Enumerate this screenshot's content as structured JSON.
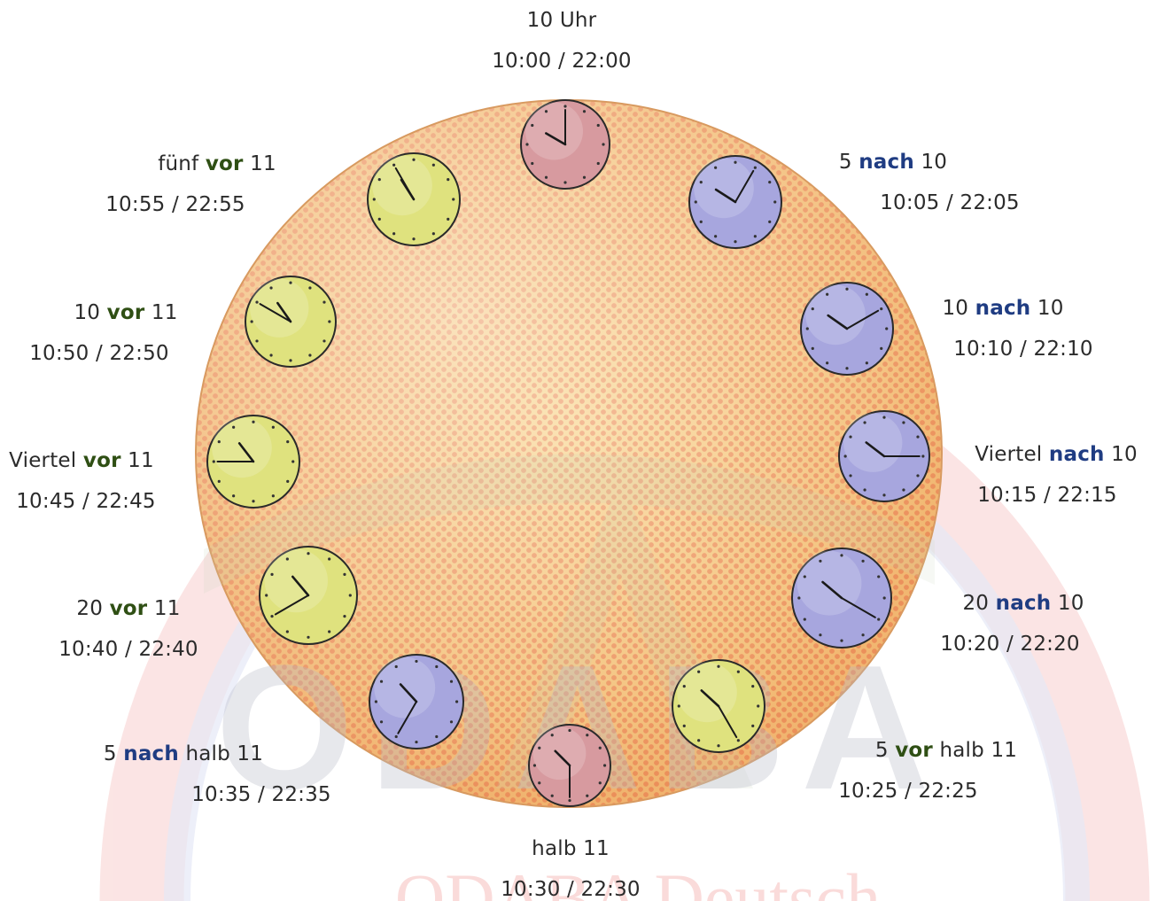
{
  "colors": {
    "plate_orange": "#f4c07a",
    "dot_red": "#e8764c",
    "clock_red": "#d79a9f",
    "clock_blue": "#a7a6de",
    "clock_yellow": "#dfe27e",
    "watermark_red": "#ef8a86",
    "watermark_blue": "#8d9bd8",
    "keyword_vor": "#2f4f14",
    "keyword_nach": "#1f3c82"
  },
  "watermark": {
    "logo": "ODABA",
    "subtitle": "ODABA Deutsch"
  },
  "clocks": [
    {
      "id": "1000",
      "color": "red",
      "hour": 10,
      "minute": 0,
      "label_parts": [
        {
          "t": "10 Uhr",
          "k": "plain"
        }
      ],
      "time": "10:00 / 22:00"
    },
    {
      "id": "1005",
      "color": "blue",
      "hour": 10,
      "minute": 5,
      "label_parts": [
        {
          "t": "5 ",
          "k": "plain"
        },
        {
          "t": "nach",
          "k": "nach"
        },
        {
          "t": " 10",
          "k": "plain"
        }
      ],
      "time": "10:05 / 22:05"
    },
    {
      "id": "1010",
      "color": "blue",
      "hour": 10,
      "minute": 10,
      "label_parts": [
        {
          "t": "10 ",
          "k": "plain"
        },
        {
          "t": "nach",
          "k": "nach"
        },
        {
          "t": " 10",
          "k": "plain"
        }
      ],
      "time": "10:10 / 22:10"
    },
    {
      "id": "1015",
      "color": "blue",
      "hour": 10,
      "minute": 15,
      "label_parts": [
        {
          "t": "Viertel ",
          "k": "plain"
        },
        {
          "t": "nach",
          "k": "nach"
        },
        {
          "t": " 10",
          "k": "plain"
        }
      ],
      "time": "10:15 / 22:15"
    },
    {
      "id": "1020",
      "color": "blue",
      "hour": 10,
      "minute": 20,
      "label_parts": [
        {
          "t": "20 ",
          "k": "plain"
        },
        {
          "t": "nach",
          "k": "nach"
        },
        {
          "t": " 10",
          "k": "plain"
        }
      ],
      "time": "10:20 / 22:20"
    },
    {
      "id": "1025",
      "color": "yellow",
      "hour": 10,
      "minute": 25,
      "label_parts": [
        {
          "t": "5 ",
          "k": "plain"
        },
        {
          "t": "vor",
          "k": "vor"
        },
        {
          "t": " halb 11",
          "k": "plain"
        }
      ],
      "time": "10:25 / 22:25"
    },
    {
      "id": "1030",
      "color": "red",
      "hour": 10,
      "minute": 30,
      "label_parts": [
        {
          "t": "halb 11",
          "k": "plain"
        }
      ],
      "time": "10:30 / 22:30"
    },
    {
      "id": "1035",
      "color": "blue",
      "hour": 10,
      "minute": 35,
      "label_parts": [
        {
          "t": "5 ",
          "k": "plain"
        },
        {
          "t": "nach",
          "k": "nach"
        },
        {
          "t": " halb 11",
          "k": "plain"
        }
      ],
      "time": "10:35 / 22:35"
    },
    {
      "id": "1040",
      "color": "yellow",
      "hour": 10,
      "minute": 40,
      "label_parts": [
        {
          "t": "20 ",
          "k": "plain"
        },
        {
          "t": "vor",
          "k": "vor"
        },
        {
          "t": " 11",
          "k": "plain"
        }
      ],
      "time": "10:40 / 22:40"
    },
    {
      "id": "1045",
      "color": "yellow",
      "hour": 10,
      "minute": 45,
      "label_parts": [
        {
          "t": "Viertel ",
          "k": "plain"
        },
        {
          "t": "vor",
          "k": "vor"
        },
        {
          "t": " 11",
          "k": "plain"
        }
      ],
      "time": "10:45 / 22:45"
    },
    {
      "id": "1050",
      "color": "yellow",
      "hour": 10,
      "minute": 50,
      "label_parts": [
        {
          "t": "10 ",
          "k": "plain"
        },
        {
          "t": "vor",
          "k": "vor"
        },
        {
          "t": " 11",
          "k": "plain"
        }
      ],
      "time": "10:50 / 22:50"
    },
    {
      "id": "1055",
      "color": "yellow",
      "hour": 10,
      "minute": 55,
      "label_parts": [
        {
          "t": "fünf ",
          "k": "plain"
        },
        {
          "t": "vor",
          "k": "vor"
        },
        {
          "t": " 11",
          "k": "plain"
        }
      ],
      "time": "10:55 / 22:55"
    }
  ]
}
